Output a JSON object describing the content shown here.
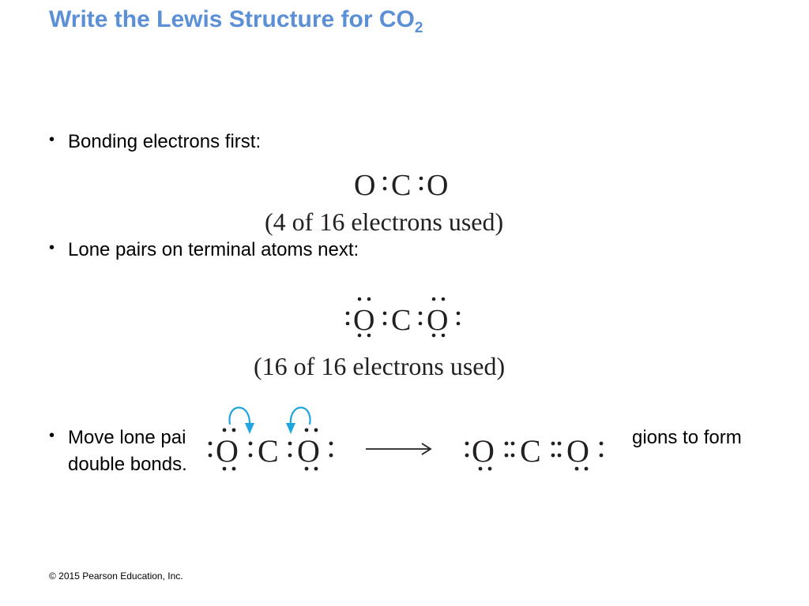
{
  "title": {
    "main": "Write the Lewis Structure for CO",
    "subscript": "2"
  },
  "bullets": [
    {
      "symbol": "•",
      "text": "Bonding electrons first:"
    },
    {
      "symbol": "•",
      "text": "Lone pairs on terminal atoms next:"
    },
    {
      "symbol": "•",
      "line1_start": "Move lone pai",
      "line1_end": "gions to form",
      "line2": "double bonds."
    }
  ],
  "diagrams": {
    "step1": {
      "atoms": [
        "O",
        "C",
        "O"
      ],
      "caption": "(4 of 16 electrons used)"
    },
    "step2": {
      "atoms": [
        "O",
        "C",
        "O"
      ],
      "caption": "(16 of 16 electrons used)"
    },
    "step3": {
      "before_atoms": [
        "O",
        "C",
        "O"
      ],
      "after_atoms": [
        "O",
        "C",
        "O"
      ],
      "arrow_color": "#1fa6df"
    }
  },
  "footer": "© 2015  Pearson Education, Inc."
}
